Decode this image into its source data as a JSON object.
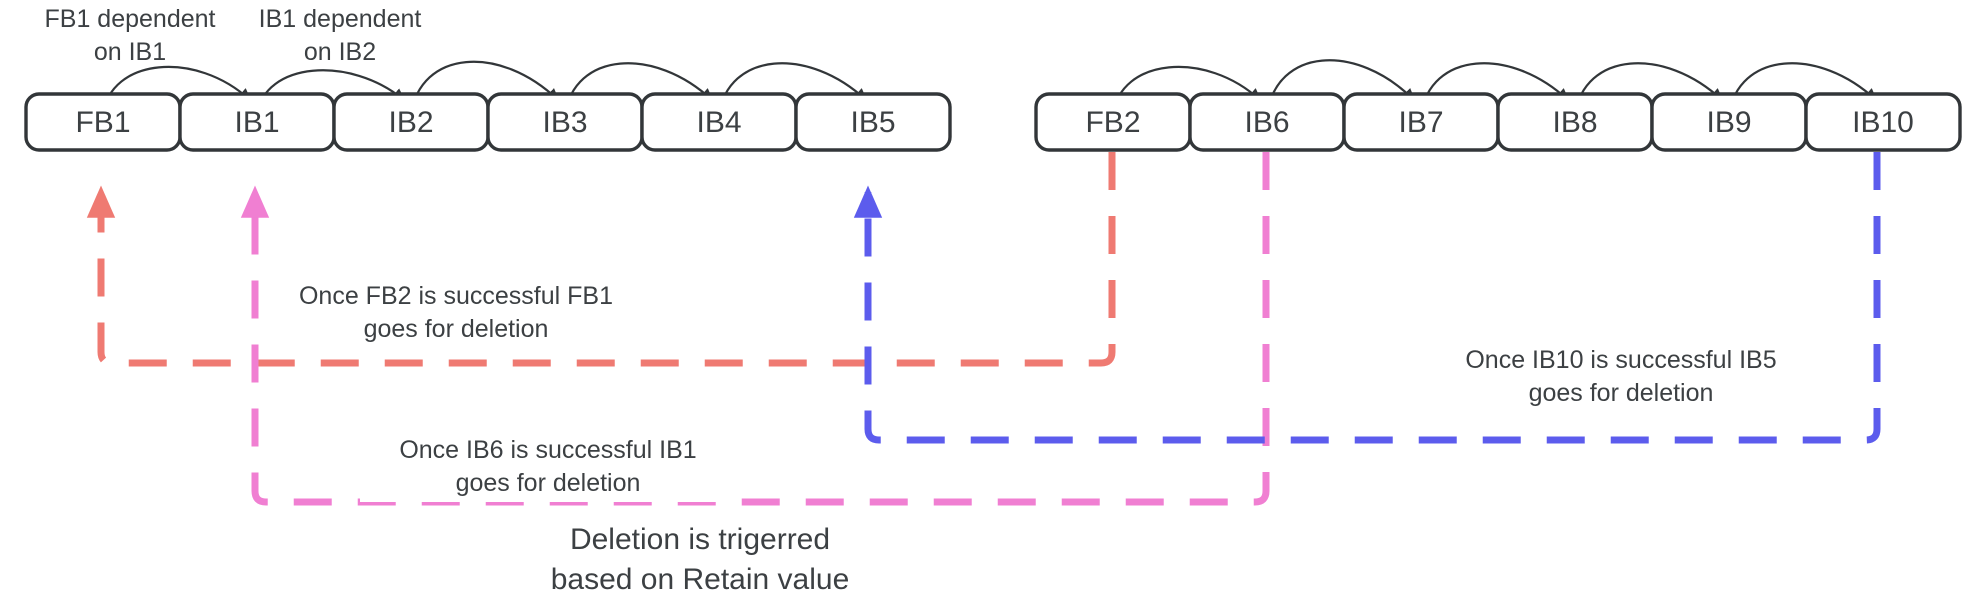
{
  "diagram": {
    "title_caption": {
      "line1": "Deletion is trigerred",
      "line2": "based on Retain value"
    },
    "colors": {
      "box_stroke": "#323639",
      "box_fill": "#ffffff",
      "text": "#3c4043",
      "arc": "#323639",
      "red": "#ef7a72",
      "pink": "#f07fd2",
      "blue": "#5c5ced",
      "background": "#ffffff"
    },
    "groups": [
      {
        "name": "group-left",
        "boxes": [
          {
            "id": "fb1",
            "label": "FB1"
          },
          {
            "id": "ib1",
            "label": "IB1"
          },
          {
            "id": "ib2",
            "label": "IB2"
          },
          {
            "id": "ib3",
            "label": "IB3"
          },
          {
            "id": "ib4",
            "label": "IB4"
          },
          {
            "id": "ib5",
            "label": "IB5"
          }
        ]
      },
      {
        "name": "group-right",
        "boxes": [
          {
            "id": "fb2",
            "label": "FB2"
          },
          {
            "id": "ib6",
            "label": "IB6"
          },
          {
            "id": "ib7",
            "label": "IB7"
          },
          {
            "id": "ib8",
            "label": "IB8"
          },
          {
            "id": "ib9",
            "label": "IB9"
          },
          {
            "id": "ib10",
            "label": "IB10"
          }
        ]
      }
    ],
    "dependency_annotations": [
      {
        "id": "fb1-dep",
        "line1": "FB1 dependent",
        "line2": "on IB1"
      },
      {
        "id": "ib1-dep",
        "line1": "IB1 dependent",
        "line2": "on IB2"
      }
    ],
    "flow_notes": [
      {
        "id": "fb2-to-fb1",
        "color": "#ef7a72",
        "line1": "Once FB2 is successful FB1",
        "line2": "goes for deletion"
      },
      {
        "id": "ib6-to-ib1",
        "color": "#f07fd2",
        "line1": "Once IB6 is successful IB1",
        "line2": "goes for deletion"
      },
      {
        "id": "ib10-to-ib5",
        "color": "#5c5ced",
        "line1": "Once IB10 is successful IB5",
        "line2": "goes for deletion"
      }
    ]
  }
}
